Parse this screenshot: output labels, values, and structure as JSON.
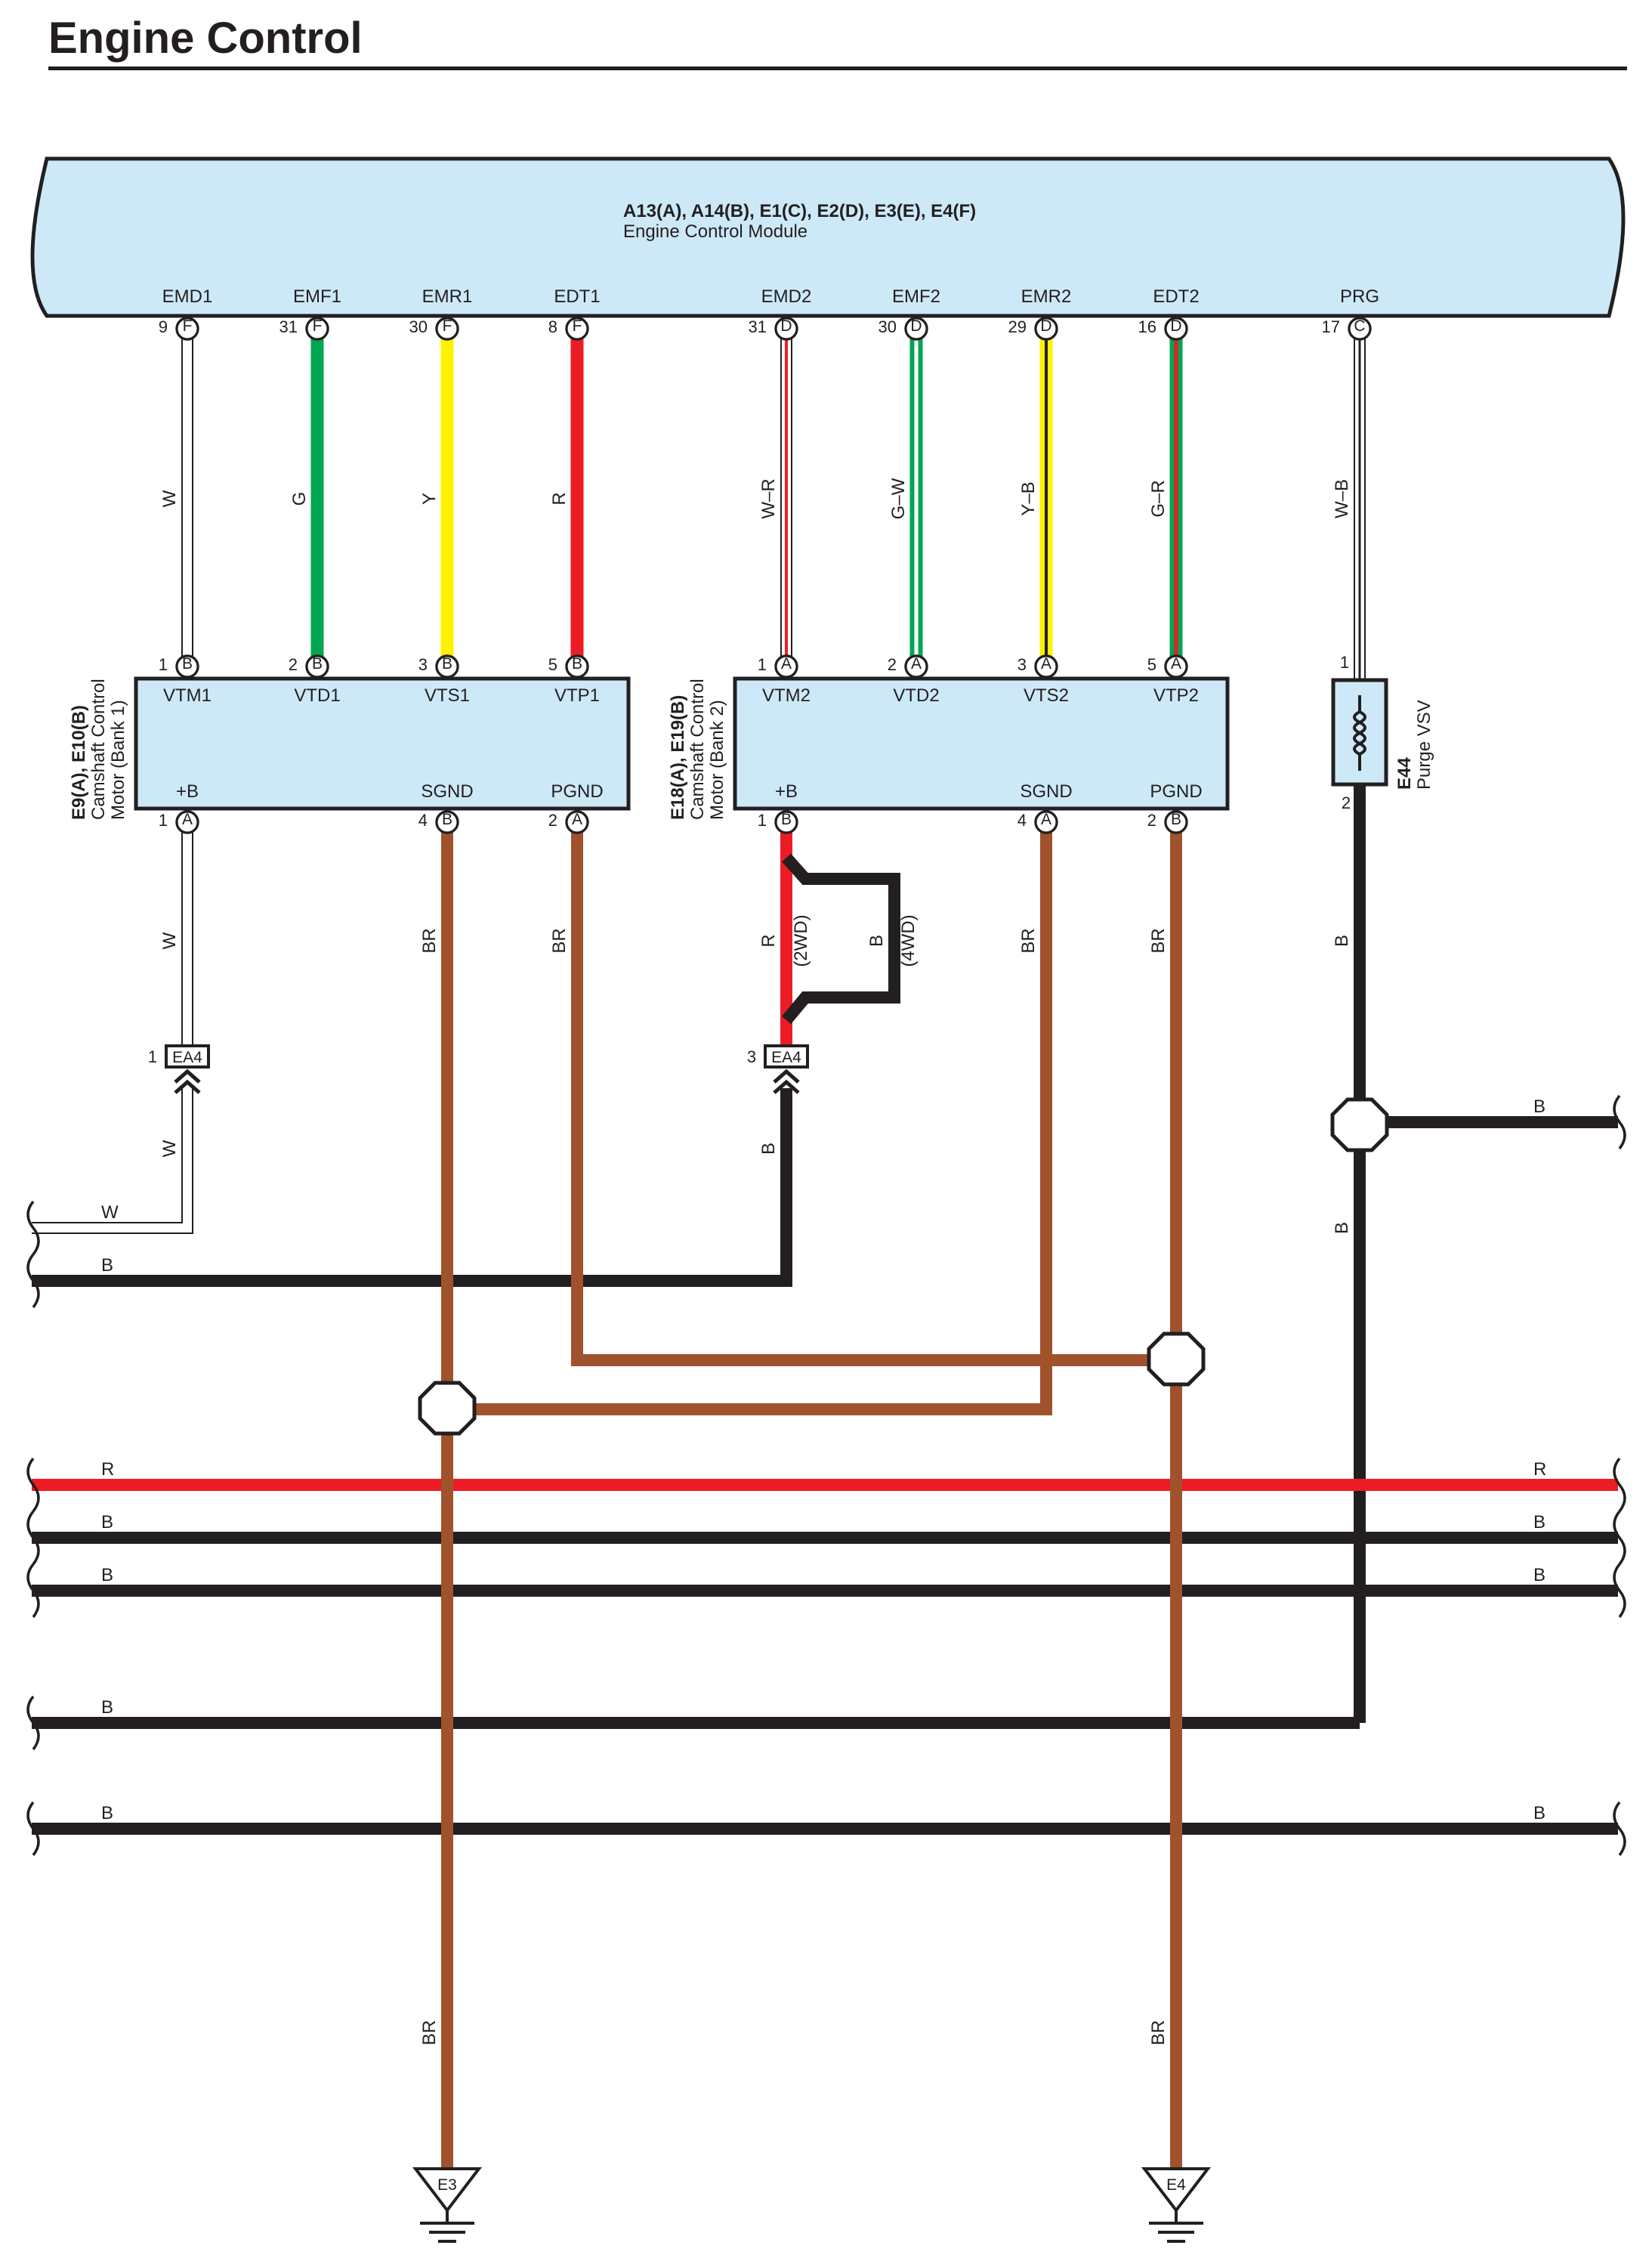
{
  "page": {
    "title": "Engine Control"
  },
  "ecm": {
    "connectors": "A13(A), A14(B), E1(C), E2(D), E3(E), E4(F)",
    "name": "Engine Control Module"
  },
  "ecm_pins": [
    {
      "name": "EMD1",
      "num": "9",
      "letter": "F",
      "wire": "W"
    },
    {
      "name": "EMF1",
      "num": "31",
      "letter": "F",
      "wire": "G"
    },
    {
      "name": "EMR1",
      "num": "30",
      "letter": "F",
      "wire": "Y"
    },
    {
      "name": "EDT1",
      "num": "8",
      "letter": "F",
      "wire": "R"
    },
    {
      "name": "EMD2",
      "num": "31",
      "letter": "D",
      "wire": "W–R"
    },
    {
      "name": "EMF2",
      "num": "30",
      "letter": "D",
      "wire": "G–W"
    },
    {
      "name": "EMR2",
      "num": "29",
      "letter": "D",
      "wire": "Y–B"
    },
    {
      "name": "EDT2",
      "num": "16",
      "letter": "D",
      "wire": "G–R"
    },
    {
      "name": "PRG",
      "num": "17",
      "letter": "C",
      "wire": "W–B"
    }
  ],
  "motor1": {
    "connectors": "E9(A), E10(B)",
    "line1": "Camshaft Control",
    "line2": "Motor (Bank 1)",
    "top_pins": [
      {
        "name": "VTM1",
        "num": "1",
        "letter": "B"
      },
      {
        "name": "VTD1",
        "num": "2",
        "letter": "B"
      },
      {
        "name": "VTS1",
        "num": "3",
        "letter": "B"
      },
      {
        "name": "VTP1",
        "num": "5",
        "letter": "B"
      }
    ],
    "bottom_pins": [
      {
        "name": "+B",
        "num": "1",
        "letter": "A"
      },
      {
        "name": "SGND",
        "num": "4",
        "letter": "B"
      },
      {
        "name": "PGND",
        "num": "2",
        "letter": "A"
      }
    ]
  },
  "motor2": {
    "connectors": "E18(A), E19(B)",
    "line1": "Camshaft Control",
    "line2": "Motor (Bank 2)",
    "top_pins": [
      {
        "name": "VTM2",
        "num": "1",
        "letter": "A"
      },
      {
        "name": "VTD2",
        "num": "2",
        "letter": "A"
      },
      {
        "name": "VTS2",
        "num": "3",
        "letter": "A"
      },
      {
        "name": "VTP2",
        "num": "5",
        "letter": "A"
      }
    ],
    "bottom_pins": [
      {
        "name": "+B",
        "num": "1",
        "letter": "B"
      },
      {
        "name": "SGND",
        "num": "4",
        "letter": "A"
      },
      {
        "name": "PGND",
        "num": "2",
        "letter": "B"
      }
    ]
  },
  "vsv": {
    "id": "E44",
    "name": "Purge VSV",
    "pin1": "1",
    "pin2": "2"
  },
  "ea4_1": {
    "num": "1",
    "label": "EA4"
  },
  "ea4_2": {
    "num": "3",
    "label": "EA4"
  },
  "wires": {
    "w": "W",
    "br": "BR",
    "b": "B",
    "r": "R",
    "r2wd": "R",
    "r2wd_note": "(2WD)",
    "b4wd": "B",
    "b4wd_note": "(4WD)"
  },
  "grounds": [
    {
      "label": "E3"
    },
    {
      "label": "E4"
    }
  ],
  "colors": {
    "module_fill": "#cde9f8",
    "red": "#ed1c24",
    "green": "#00a651",
    "yellow": "#fff200",
    "brown": "#a0522d",
    "black": "#231f20",
    "white": "#ffffff"
  }
}
